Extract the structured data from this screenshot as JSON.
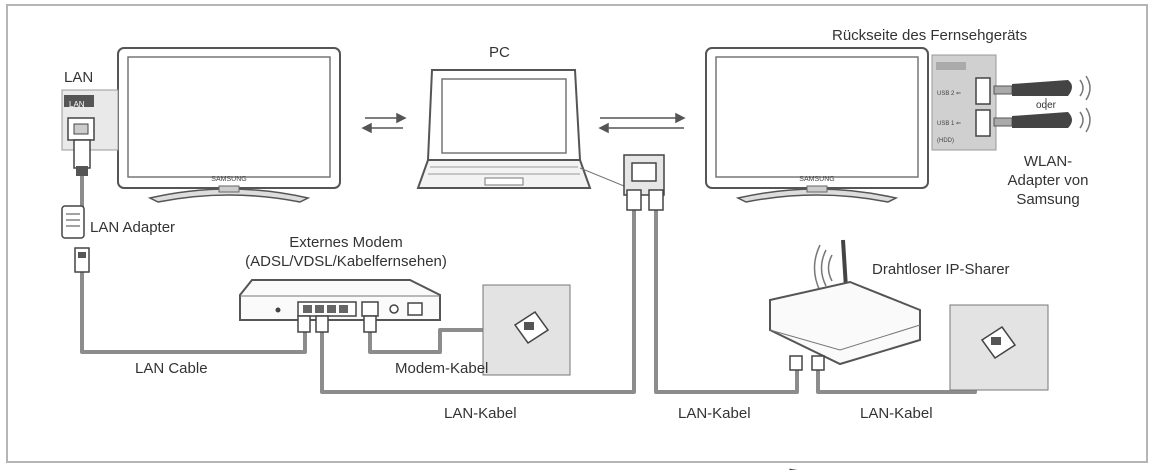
{
  "labels": {
    "pc": "PC",
    "tv_back": "Rückseite des Fernsehgeräts",
    "lan": "LAN",
    "lan_adapter": "LAN Adapter",
    "external_modem_line1": "Externes Modem",
    "external_modem_line2": "(ADSL/VDSL/Kabelfernsehen)",
    "wireless_sharer": "Drahtloser IP-Sharer",
    "wlan_line1": "WLAN-",
    "wlan_line2": "Adapter von",
    "wlan_line3": "Samsung",
    "oder": "oder",
    "lan_cable": "LAN Cable",
    "modem_cable": "Modem-Kabel",
    "lan_kabel_1": "LAN-Kabel",
    "lan_kabel_2": "LAN-Kabel",
    "lan_kabel_3": "LAN-Kabel"
  },
  "device_text": {
    "tv_brand_left": "SAMSUNG",
    "tv_brand_right": "SAMSUNG",
    "adapter_tag": "LAN",
    "usb_port_1": "USB 2 ⇐",
    "usb_port_2": "USB 1 ⇐ (HDD)"
  },
  "colors": {
    "cable": "#8c8c8c",
    "frame": "#b5b5b5",
    "text": "#333333",
    "device_outline": "#555555"
  }
}
